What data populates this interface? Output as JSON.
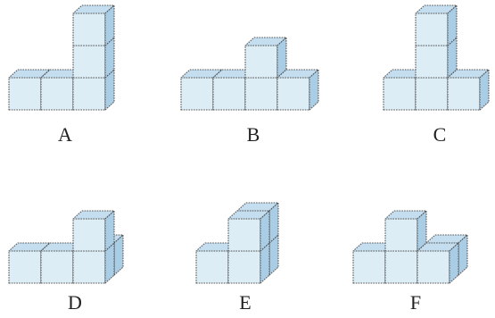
{
  "colors": {
    "front": "#dcedf6",
    "top": "#c4def0",
    "side": "#aacde6",
    "stroke": "#555555"
  },
  "figures": [
    {
      "label": "A",
      "cubes": [
        [
          0,
          0,
          0
        ],
        [
          1,
          0,
          0
        ],
        [
          2,
          0,
          0
        ],
        [
          2,
          1,
          0
        ],
        [
          2,
          2,
          0
        ]
      ]
    },
    {
      "label": "B",
      "cubes": [
        [
          0,
          0,
          0
        ],
        [
          1,
          0,
          0
        ],
        [
          2,
          0,
          0
        ],
        [
          3,
          0,
          0
        ],
        [
          2,
          1,
          0
        ]
      ]
    },
    {
      "label": "C",
      "cubes": [
        [
          0,
          0,
          0
        ],
        [
          1,
          0,
          0
        ],
        [
          2,
          0,
          0
        ],
        [
          1,
          1,
          0
        ],
        [
          1,
          2,
          0
        ]
      ]
    },
    {
      "label": "D",
      "cubes": [
        [
          0,
          0,
          0
        ],
        [
          1,
          0,
          0
        ],
        [
          2,
          0,
          0
        ],
        [
          2,
          1,
          0
        ],
        [
          2,
          0,
          1
        ]
      ]
    },
    {
      "label": "E",
      "cubes": [
        [
          0,
          0,
          0
        ],
        [
          1,
          0,
          0
        ],
        [
          1,
          1,
          0
        ],
        [
          1,
          0,
          1
        ],
        [
          1,
          1,
          1
        ]
      ]
    },
    {
      "label": "F",
      "cubes": [
        [
          0,
          0,
          0
        ],
        [
          1,
          0,
          0
        ],
        [
          2,
          0,
          0
        ],
        [
          1,
          1,
          0
        ],
        [
          2,
          0,
          1
        ]
      ]
    }
  ]
}
